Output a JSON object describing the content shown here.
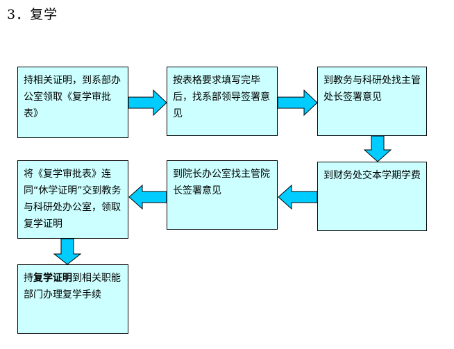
{
  "title": "3．复学",
  "steps": [
    {
      "text": "持相关证明，到系部办公室领取《复学审批表》"
    },
    {
      "text": "按表格要求填写完毕后，找系部领导签署意见"
    },
    {
      "text": "到教务与科研处找主管处长签署意见"
    },
    {
      "text": "到财务处交本学期学费"
    },
    {
      "text": "到院长办公室找主管院长签署意见"
    },
    {
      "text": "将《复学审批表》连同“休学证明”交到教务与科研处办公室，领取复学证明"
    },
    {
      "text_before": "持",
      "text_bold": "复学证明",
      "text_after": "到相关职能部门办理复学手续"
    }
  ],
  "colors": {
    "box_fill": "#ccffff",
    "arrow_fill": "#00ccff",
    "border": "#000000"
  }
}
